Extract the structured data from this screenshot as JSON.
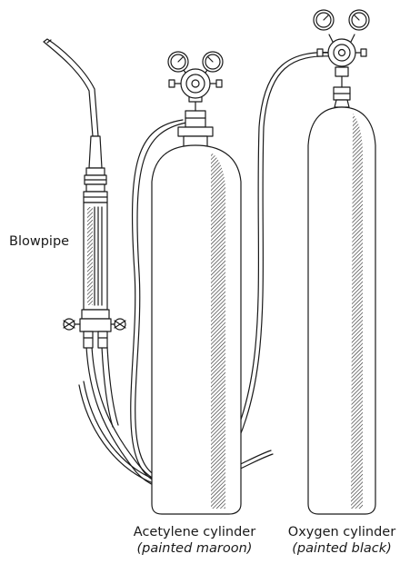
{
  "labels": {
    "blowpipe": "Blowpipe",
    "acetylene": {
      "name": "Acetylene cylinder",
      "note": "(painted maroon)"
    },
    "oxygen": {
      "name": "Oxygen cylinder",
      "note": "(painted black)"
    }
  },
  "colors": {
    "line": "#1a1a1a",
    "background": "#ffffff",
    "shading": "#555555"
  }
}
